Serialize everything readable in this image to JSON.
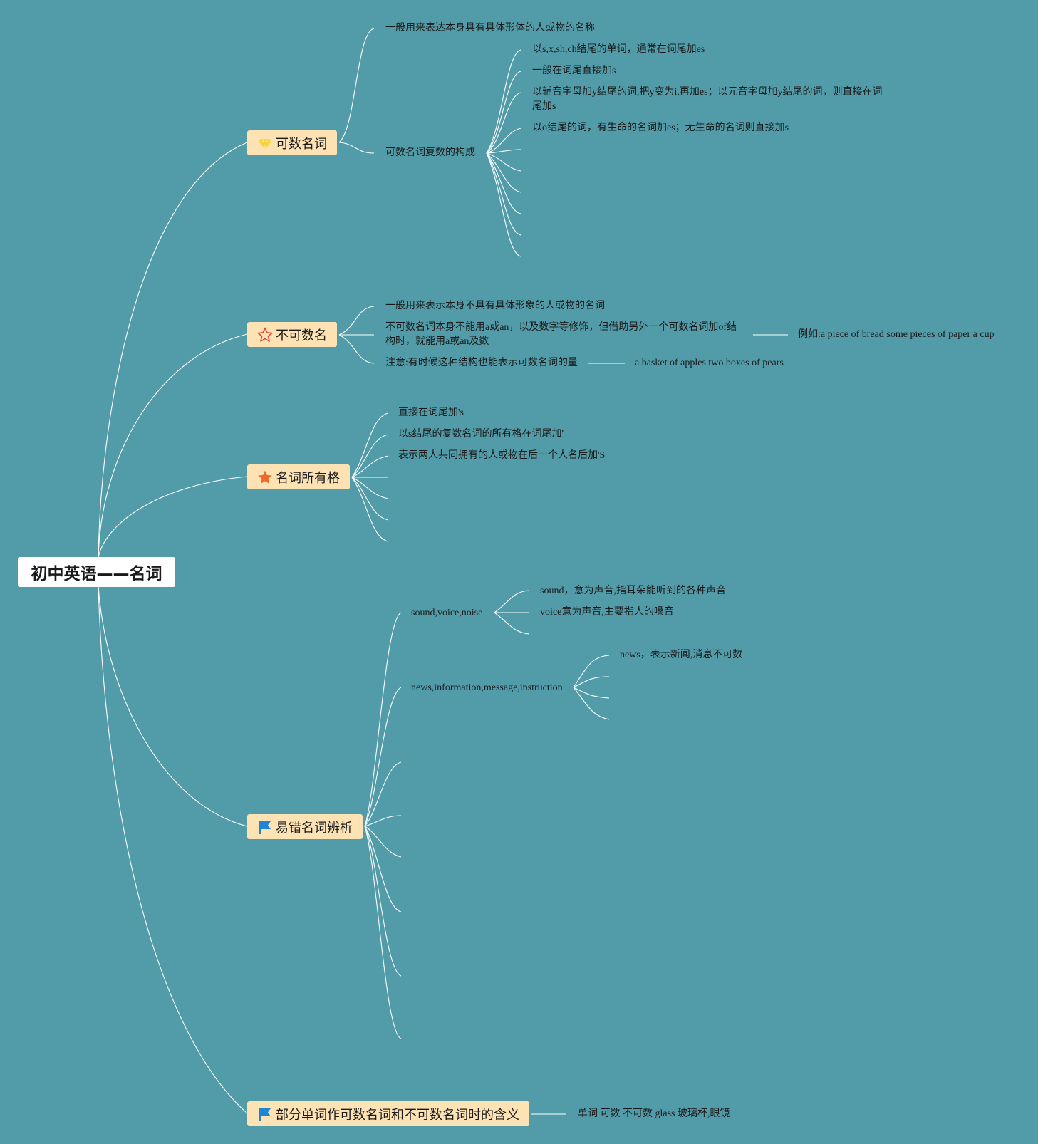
{
  "root": {
    "label": "初中英语——名词"
  },
  "branches": {
    "countable": {
      "label": "可数名词",
      "icon": "diamond-icon",
      "definition": "一般用来表达本身具有具体形体的人或物的名称",
      "plural": {
        "label": "可数名词复数的构成",
        "rules": [
          "以s,x,sh,ch结尾的单词，通常在词尾加es",
          "一般在词尾直接加s",
          "以辅音字母加y结尾的词,把y变为i,再加es；以元音字母加y结尾的词，则直接在词尾加s",
          "以o结尾的词，有生命的名词加es；无生命的名词则直接加s"
        ]
      }
    },
    "uncountable": {
      "label": "不可数名",
      "icon": "star-outline-icon",
      "definition": "一般用来表示本身不具有具体形象的人或物的名词",
      "measure": "不可数名词本身不能用a或an，以及数字等修饰，但借助另外一个可数名词加of结构时，就能用a或an及数",
      "measure_example": "例如:a piece of bread some pieces of paper a cup",
      "note": "注意:有时候这种结构也能表示可数名词的量",
      "note_example": "a basket of apples two boxes of pears"
    },
    "possessive": {
      "label": "名词所有格",
      "icon": "star-filled-icon",
      "rules": [
        "直接在词尾加's",
        "以s结尾的复数名词的所有格在词尾加'",
        "表示两人共同拥有的人或物在后一个人名后加'S"
      ]
    },
    "confusing": {
      "label": "易错名词辨析",
      "icon": "flag-icon",
      "groups": [
        {
          "label": "sound,voice,noise",
          "items": [
            "sound，意为声音,指耳朵能听到的各种声音",
            "voice意为声音,主要指人的嗓音"
          ]
        },
        {
          "label": "news,information,message,instruction",
          "items": [
            "news，表示新闻,消息不可数"
          ]
        }
      ]
    },
    "meanings": {
      "label": "部分单词作可数名词和不可数名词时的含义",
      "icon": "flag-icon",
      "item": "单词 可数 不可数 glass 玻璃杯,眼镜"
    }
  },
  "colors": {
    "background": "#529ca9",
    "branch_fill": "#fde2b4",
    "root_fill": "#ffffff",
    "connector": "#ffffff",
    "flag": "#1f86d6",
    "star_filled": "#ee6a2b",
    "star_outline": "#e8413c",
    "diamond": "#f6d33a"
  }
}
